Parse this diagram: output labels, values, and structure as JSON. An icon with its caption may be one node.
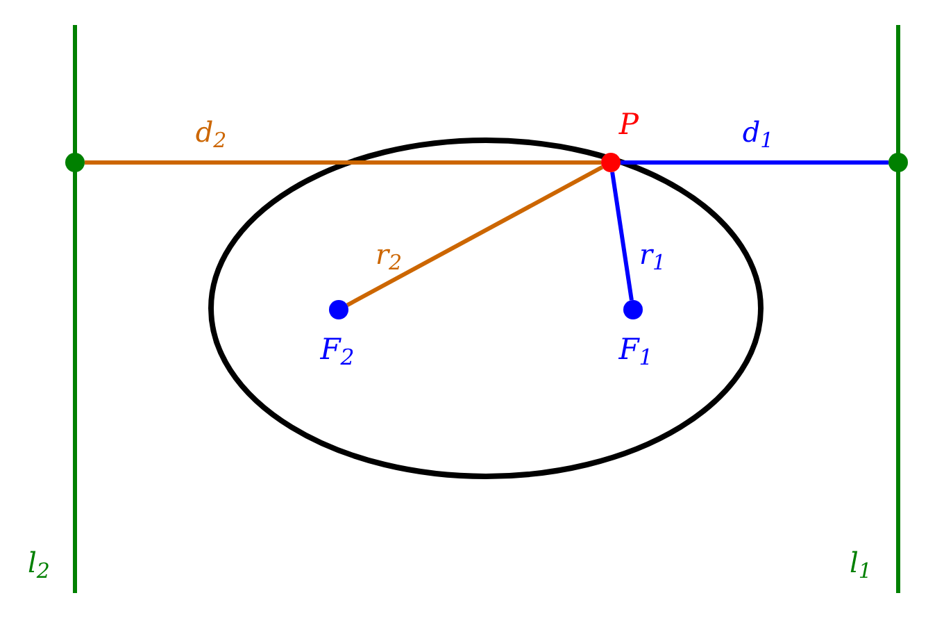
{
  "diagram": {
    "nodes": [
      {
        "text": [
          "P"
        ]
      },
      {
        "text": [
          "F$_{2}$"
        ]
      },
      {
        "text": [
          "F$_{1}$"
        ]
      },
      {
        "text": [],
        "shape": "circle"
      },
      {
        "text": [],
        "shape": "circle"
      }
    ],
    "edges": [
      {
        "from": 0,
        "to": 3,
        "arrow": "none",
        "label": "d$_{2}$",
        "color": "#cc6600"
      },
      {
        "from": 0,
        "to": 4,
        "arrow": "none",
        "label": "d$_{1}$",
        "color": "#0000ff"
      },
      {
        "from": 0,
        "to": 1,
        "arrow": "none",
        "label": "r$_{2}$",
        "color": "#cc6600"
      },
      {
        "from": 0,
        "to": 2,
        "arrow": "none",
        "label": "r$_{1}$",
        "color": "#0000ff"
      }
    ],
    "labels": [
      "l$_{2}$",
      "l$_{1}$"
    ]
  }
}
